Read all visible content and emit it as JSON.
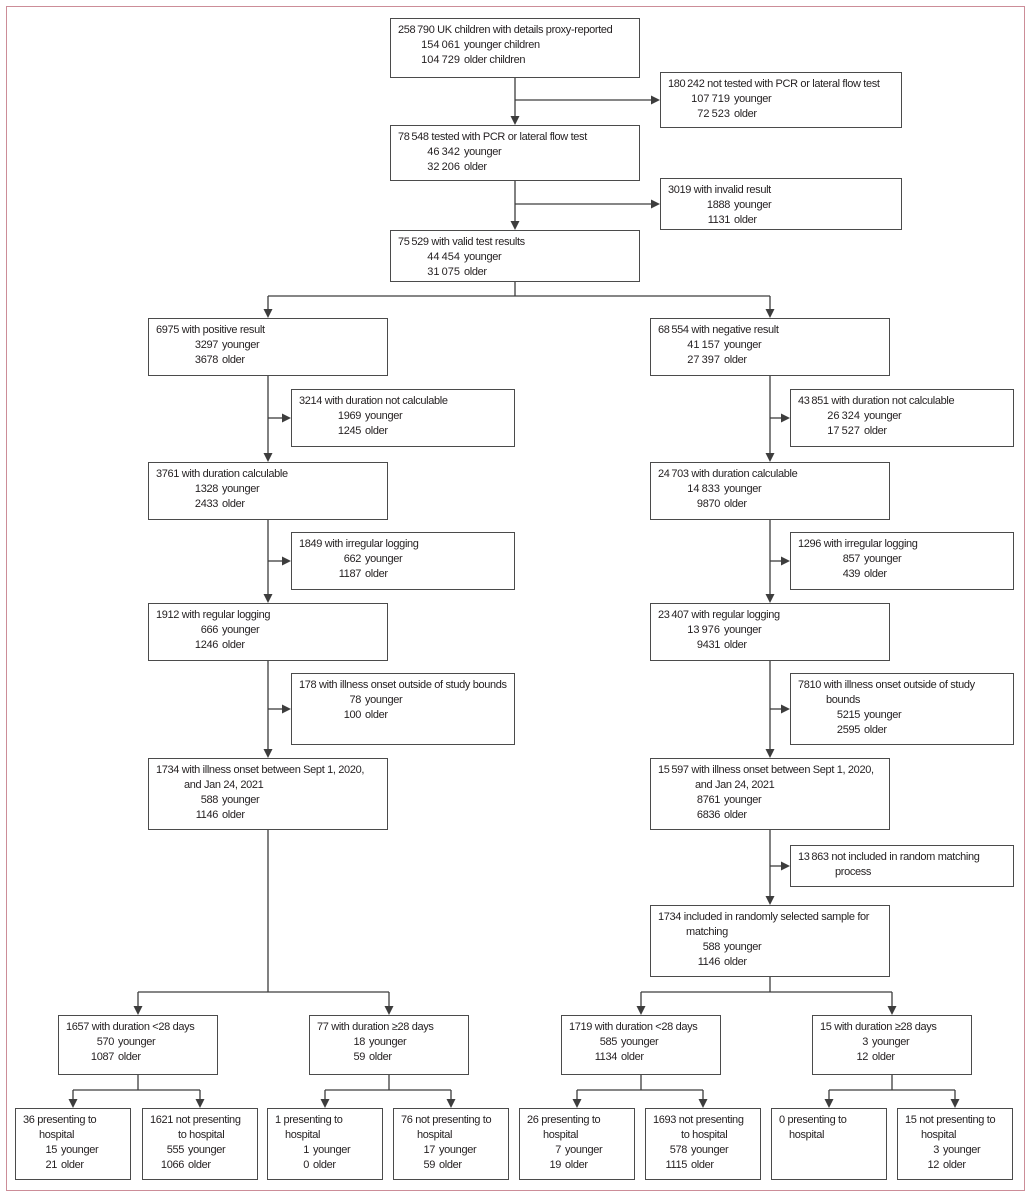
{
  "figure": {
    "frame_color": "#cc8d98",
    "box_border_color": "#4b4b4b",
    "text_color": "#231f20",
    "connector_color": "#3d3d3d"
  },
  "nodes": {
    "n1": {
      "main": "258 790 UK children with details proxy-reported",
      "sub": [
        {
          "num": "154 061",
          "label": "younger children"
        },
        {
          "num": "104 729",
          "label": "older children"
        }
      ]
    },
    "e1": {
      "main": "180 242 not tested with PCR or lateral flow test",
      "sub": [
        {
          "num": "107 719",
          "label": "younger"
        },
        {
          "num": "72 523",
          "label": "older"
        }
      ]
    },
    "n2": {
      "main": "78 548 tested with PCR or lateral flow test",
      "sub": [
        {
          "num": "46 342",
          "label": "younger"
        },
        {
          "num": "32 206",
          "label": "older"
        }
      ]
    },
    "e2": {
      "main": "3019 with invalid result",
      "sub": [
        {
          "num": "1888",
          "label": "younger"
        },
        {
          "num": "1131",
          "label": "older"
        }
      ]
    },
    "n3": {
      "main": "75 529 with valid test results",
      "sub": [
        {
          "num": "44 454",
          "label": "younger"
        },
        {
          "num": "31 075",
          "label": "older"
        }
      ]
    },
    "n4": {
      "main": "6975 with positive result",
      "sub": [
        {
          "num": "3297",
          "label": "younger"
        },
        {
          "num": "3678",
          "label": "older"
        }
      ]
    },
    "n5": {
      "main": "68 554 with negative result",
      "sub": [
        {
          "num": "41 157",
          "label": "younger"
        },
        {
          "num": "27 397",
          "label": "older"
        }
      ]
    },
    "e3": {
      "main": "3214 with duration not calculable",
      "sub": [
        {
          "num": "1969",
          "label": "younger"
        },
        {
          "num": "1245",
          "label": "older"
        }
      ]
    },
    "e6": {
      "main": "43 851 with duration not calculable",
      "sub": [
        {
          "num": "26 324",
          "label": "younger"
        },
        {
          "num": "17 527",
          "label": "older"
        }
      ]
    },
    "n6": {
      "main": "3761 with duration calculable",
      "sub": [
        {
          "num": "1328",
          "label": "younger"
        },
        {
          "num": "2433",
          "label": "older"
        }
      ]
    },
    "n9": {
      "main": "24 703 with duration calculable",
      "sub": [
        {
          "num": "14 833",
          "label": "younger"
        },
        {
          "num": "9870",
          "label": "older"
        }
      ]
    },
    "e4": {
      "main": "1849 with irregular logging",
      "sub": [
        {
          "num": "662",
          "label": "younger"
        },
        {
          "num": "1187",
          "label": "older"
        }
      ]
    },
    "e7": {
      "main": "1296 with irregular logging",
      "sub": [
        {
          "num": "857",
          "label": "younger"
        },
        {
          "num": "439",
          "label": "older"
        }
      ]
    },
    "n7": {
      "main": "1912 with regular logging",
      "sub": [
        {
          "num": "666",
          "label": "younger"
        },
        {
          "num": "1246",
          "label": "older"
        }
      ]
    },
    "n10": {
      "main": "23 407 with regular logging",
      "sub": [
        {
          "num": "13 976",
          "label": "younger"
        },
        {
          "num": "9431",
          "label": "older"
        }
      ]
    },
    "e5": {
      "main": "178 with illness onset outside of study bounds",
      "sub": [
        {
          "num": "78",
          "label": "younger"
        },
        {
          "num": "100",
          "label": "older"
        }
      ]
    },
    "e8": {
      "main": "7810 with illness onset outside of study bounds",
      "sub": [
        {
          "num": "5215",
          "label": "younger"
        },
        {
          "num": "2595",
          "label": "older"
        }
      ]
    },
    "n8": {
      "main": "1734 with illness onset between Sept 1, 2020, and Jan 24, 2021",
      "sub": [
        {
          "num": "588",
          "label": "younger"
        },
        {
          "num": "1146",
          "label": "older"
        }
      ]
    },
    "n11": {
      "main": "15 597 with illness onset between Sept 1, 2020, and Jan 24, 2021",
      "sub": [
        {
          "num": "8761",
          "label": "younger"
        },
        {
          "num": "6836",
          "label": "older"
        }
      ]
    },
    "e9": {
      "main": "13 863 not included in random matching process",
      "sub": []
    },
    "n12": {
      "main": "1734 included in randomly selected sample for matching",
      "sub": [
        {
          "num": "588",
          "label": "younger"
        },
        {
          "num": "1146",
          "label": "older"
        }
      ]
    },
    "t1": {
      "main": "1657 with duration <28 days",
      "sub": [
        {
          "num": "570",
          "label": "younger"
        },
        {
          "num": "1087",
          "label": "older"
        }
      ]
    },
    "t2": {
      "main": "77 with duration ≥28 days",
      "sub": [
        {
          "num": "18",
          "label": "younger"
        },
        {
          "num": "59",
          "label": "older"
        }
      ]
    },
    "t3": {
      "main": "1719 with duration <28 days",
      "sub": [
        {
          "num": "585",
          "label": "younger"
        },
        {
          "num": "1134",
          "label": "older"
        }
      ]
    },
    "t4": {
      "main": "15 with duration ≥28 days",
      "sub": [
        {
          "num": "3",
          "label": "younger"
        },
        {
          "num": "12",
          "label": "older"
        }
      ]
    },
    "b1": {
      "main": "36 presenting to hospital",
      "sub": [
        {
          "num": "15",
          "label": "younger"
        },
        {
          "num": "21",
          "label": "older"
        }
      ]
    },
    "b2": {
      "main": "1621 not presenting to hospital",
      "sub": [
        {
          "num": "555",
          "label": "younger"
        },
        {
          "num": "1066",
          "label": "older"
        }
      ]
    },
    "b3": {
      "main": "1 presenting to hospital",
      "sub": [
        {
          "num": "1",
          "label": "younger"
        },
        {
          "num": "0",
          "label": "older"
        }
      ]
    },
    "b4": {
      "main": "76 not presenting to hospital",
      "sub": [
        {
          "num": "17",
          "label": "younger"
        },
        {
          "num": "59",
          "label": "older"
        }
      ]
    },
    "b5": {
      "main": "26 presenting to hospital",
      "sub": [
        {
          "num": "7",
          "label": "younger"
        },
        {
          "num": "19",
          "label": "older"
        }
      ]
    },
    "b6": {
      "main": "1693 not presenting to hospital",
      "sub": [
        {
          "num": "578",
          "label": "younger"
        },
        {
          "num": "1115",
          "label": "older"
        }
      ]
    },
    "b7": {
      "main": "0 presenting to hospital",
      "sub": []
    },
    "b8": {
      "main": "15 not presenting to hospital",
      "sub": [
        {
          "num": "3",
          "label": "younger"
        },
        {
          "num": "12",
          "label": "older"
        }
      ]
    }
  }
}
